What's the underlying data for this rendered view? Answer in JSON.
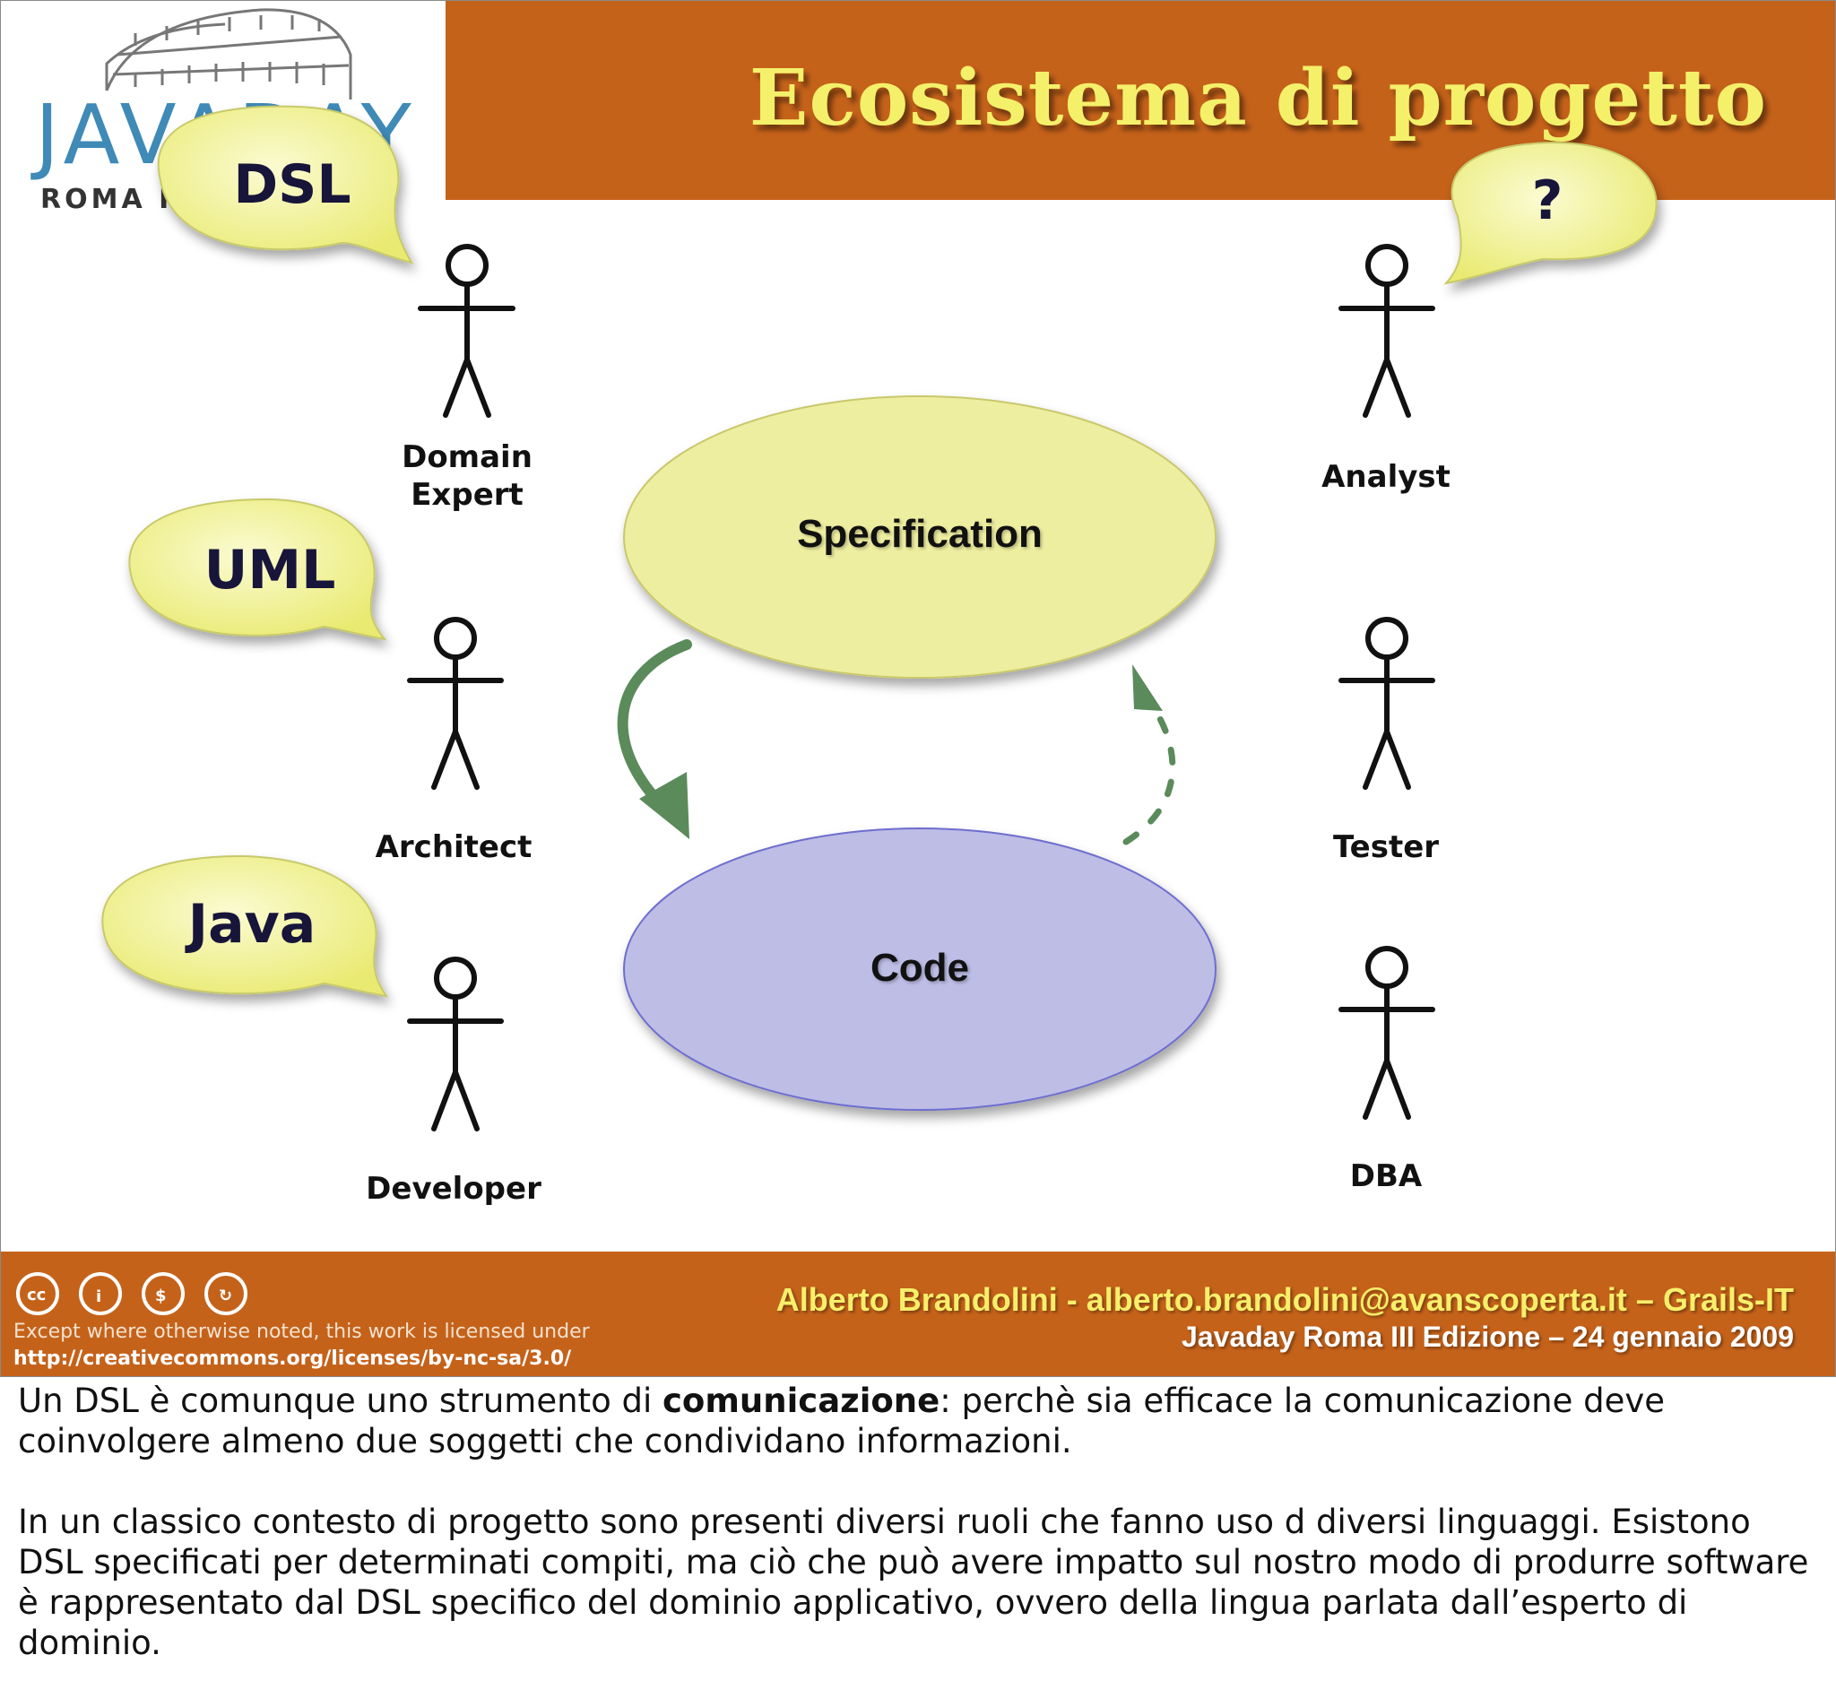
{
  "slide": {
    "title": "Ecosistema di progetto",
    "logo": {
      "text": "JAVADAY",
      "subtitle": "ROMA III EDIZIONE"
    },
    "bubbles": {
      "dsl": "DSL",
      "uml": "UML",
      "java": "Java",
      "question": "?"
    },
    "actors": {
      "domain_expert_line1": "Domain",
      "domain_expert_line2": "Expert",
      "architect": "Architect",
      "developer": "Developer",
      "analyst": "Analyst",
      "tester": "Tester",
      "dba": "DBA"
    },
    "ellipses": {
      "specification": "Specification",
      "code": "Code"
    },
    "colors": {
      "band": "#c5621a",
      "title": "#f4f06a",
      "specification_fill": "#eeeea0",
      "code_fill": "#bdbde6",
      "arrow": "#5b8a5b"
    },
    "footer": {
      "license_line": "Except where otherwise noted, this work is licensed under",
      "license_url": "http://creativecommons.org/licenses/by-nc-sa/3.0/",
      "author": "Alberto Brandolini - alberto.brandolini@avanscoperta.it – Grails-IT",
      "event": "Javaday Roma III Edizione – 24 gennaio 2009"
    }
  },
  "notes": {
    "p1_before": "Un DSL è comunque uno strumento di ",
    "p1_bold": "comunicazione",
    "p1_after": ": perchè sia efficace la comunicazione deve coinvolgere almeno due soggetti che condividano informazioni.",
    "p2": "In un classico contesto di progetto sono presenti diversi ruoli che fanno uso d diversi linguaggi. Esistono DSL specificati per determinati compiti, ma ciò che può avere impatto sul nostro modo di produrre software è rappresentato dal DSL specifico del dominio applicativo, ovvero della lingua parlata dall’esperto di dominio."
  }
}
